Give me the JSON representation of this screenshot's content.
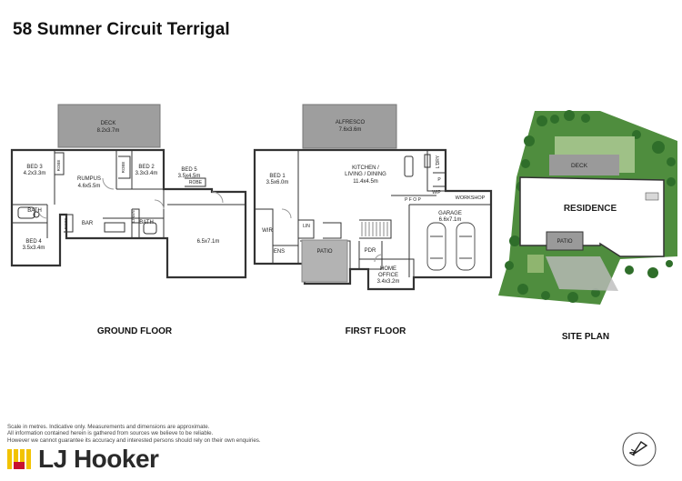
{
  "title": "58 Sumner Circuit Terrigal",
  "floors": {
    "ground": "GROUND FLOOR",
    "first": "FIRST FLOOR",
    "site": "SITE PLAN"
  },
  "ground_rooms": {
    "deck_name": "DECK",
    "deck_size": "8.2x3.7m",
    "bed3_name": "BED 3",
    "bed3_size": "4.2x3.3m",
    "robe": "ROBE",
    "rumpus_name": "RUMPUS",
    "rumpus_size": "4.6x5.5m",
    "bed2_name": "BED 2",
    "bed2_size": "3.3x3.4m",
    "bed5_name": "BED 5",
    "bed5_size": "3.5x4.5m",
    "bath": "BATH",
    "bar": "BAR",
    "linen": "LINEN",
    "bed4_name": "BED 4",
    "bed4_size": "3.5x3.4m",
    "garage_size": "6.5x7.1m"
  },
  "first_rooms": {
    "alfresco_name": "ALFRESCO",
    "alfresco_size": "7.6x3.6m",
    "bed1_name": "BED 1",
    "bed1_size": "3.5x6.0m",
    "kitchen_name": "KITCHEN /",
    "kitchen_name2": "LIVING / DINING",
    "kitchen_size": "11.4x4.5m",
    "ldry": "L'DRY",
    "p": "P",
    "wip": "WIP",
    "workshop": "WORKSHOP",
    "pfop": "P  F  O  P",
    "garage_name": "GARAGE",
    "garage_size": "6.6x7.1m",
    "wir": "WIR",
    "lin": "LIN",
    "ens": "ENS",
    "patio": "PATIO",
    "pdr": "PDR",
    "office_name": "HOME",
    "office_name2": "OFFICE",
    "office_size": "3.4x3.2m"
  },
  "site": {
    "deck": "DECK",
    "residence": "RESIDENCE",
    "patio": "PATIO"
  },
  "disclaimer": [
    "Scale in metres. Indicative only. Measurements and dimensions are approximate.",
    "All information contained herein is gathered from sources we believe to be reliable.",
    "However we cannot guarantee its accuracy and interested persons should rely on their own enquiries."
  ],
  "logo": {
    "text": "LJ Hooker"
  },
  "north": {
    "label": "N"
  },
  "colors": {
    "deck": "#9a9a9a",
    "grass": "#4f8d3e",
    "wall": "#333333",
    "brand_yellow": "#f2c300"
  }
}
